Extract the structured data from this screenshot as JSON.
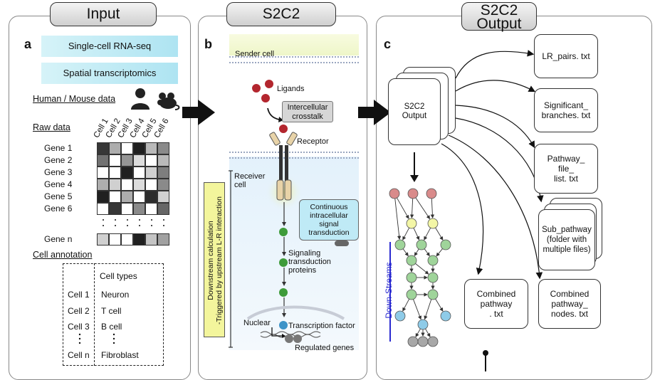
{
  "headers": {
    "input": "Input",
    "s2c2": "S2C2",
    "output_l1": "S2C2",
    "output_l2": "Output"
  },
  "panel_labels": {
    "a": "a",
    "b": "b",
    "c": "c"
  },
  "input": {
    "data_types": [
      "Single-cell RNA-seq",
      "Spatial transcriptomics"
    ],
    "species_label": "Human / Mouse data",
    "raw_data_label": "Raw data",
    "columns": [
      "Cell 1",
      "Cell 2",
      "Cell 3",
      "Cell 4",
      "Cell 5",
      "Cell 6"
    ],
    "genes": [
      "Gene 1",
      "Gene 2",
      "Gene 3",
      "Gene 4",
      "Gene 5",
      "Gene 6"
    ],
    "last_gene": "Gene n",
    "matrix": [
      [
        0.85,
        0.35,
        0,
        0.95,
        0.3,
        0.5
      ],
      [
        0.6,
        0,
        0.45,
        0.15,
        0,
        0.3
      ],
      [
        0,
        0,
        0.95,
        0,
        0.2,
        0.55
      ],
      [
        0.35,
        0.2,
        0,
        0.15,
        0,
        0.5
      ],
      [
        0.95,
        0,
        0.35,
        0,
        0.9,
        0.2
      ],
      [
        0,
        0.85,
        0,
        0.5,
        0,
        0.65
      ]
    ],
    "last_row": [
      0.2,
      0,
      0,
      0.95,
      0.25,
      0.4
    ],
    "cell_annotation_label": "Cell annotation",
    "annotation_header": "Cell types",
    "annotations": [
      {
        "cell": "Cell 1",
        "type": "Neuron"
      },
      {
        "cell": "Cell 2",
        "type": "T cell"
      },
      {
        "cell": "Cell 3",
        "type": "B cell"
      },
      {
        "cell": "Cell n",
        "type": "Fibroblast"
      }
    ]
  },
  "s2c2": {
    "sender_cell": "Sender cell",
    "ligands": "Ligands",
    "intercellular_l1": "Intercellular",
    "intercellular_l2": "crosstalk",
    "receptor": "Receptor",
    "receiver_l1": "Receiver",
    "receiver_l2": "cell",
    "downstream_l1": "Downstream calculation",
    "downstream_l2": "-Triggered by upstream L-R interaction",
    "continuous": [
      "Continuous",
      "intracellular",
      "signal",
      "transduction"
    ],
    "signaling": [
      "Signaling",
      "transduction",
      "proteins"
    ],
    "nuclear": "Nuclear",
    "transcription_factor": "Transcription factor",
    "regulated_genes": "Regulated genes"
  },
  "output": {
    "stack_l1": "S2C2",
    "stack_l2": "Output",
    "files": [
      {
        "id": "lr",
        "lines": [
          "LR_pairs. txt"
        ]
      },
      {
        "id": "sig",
        "lines": [
          "Significant_",
          "branches. txt"
        ]
      },
      {
        "id": "pfl",
        "lines": [
          "Pathway_",
          "file_",
          "list. txt"
        ]
      },
      {
        "id": "sub",
        "lines": [
          "Sub_pathway",
          "(folder with",
          "multiple files)"
        ]
      },
      {
        "id": "cp",
        "lines": [
          "Combined",
          "pathway",
          ". txt"
        ]
      },
      {
        "id": "cpn",
        "lines": [
          "Combined",
          "pathway_",
          "nodes. txt"
        ]
      }
    ],
    "down_streams": "Down-Streams"
  },
  "colors": {
    "cyan_box": "#aee4f2",
    "ligand_red": "#b3262e",
    "node_red": "#d98b8b",
    "node_yellow": "#f3f6a6",
    "node_green": "#9fd49a",
    "node_blue": "#8ecbe8",
    "node_grey": "#a8a8a8",
    "downstream_box": "#f3f59c",
    "continuous_box": "#bfeaf6",
    "down_streams_line": "#2a2ad0"
  }
}
